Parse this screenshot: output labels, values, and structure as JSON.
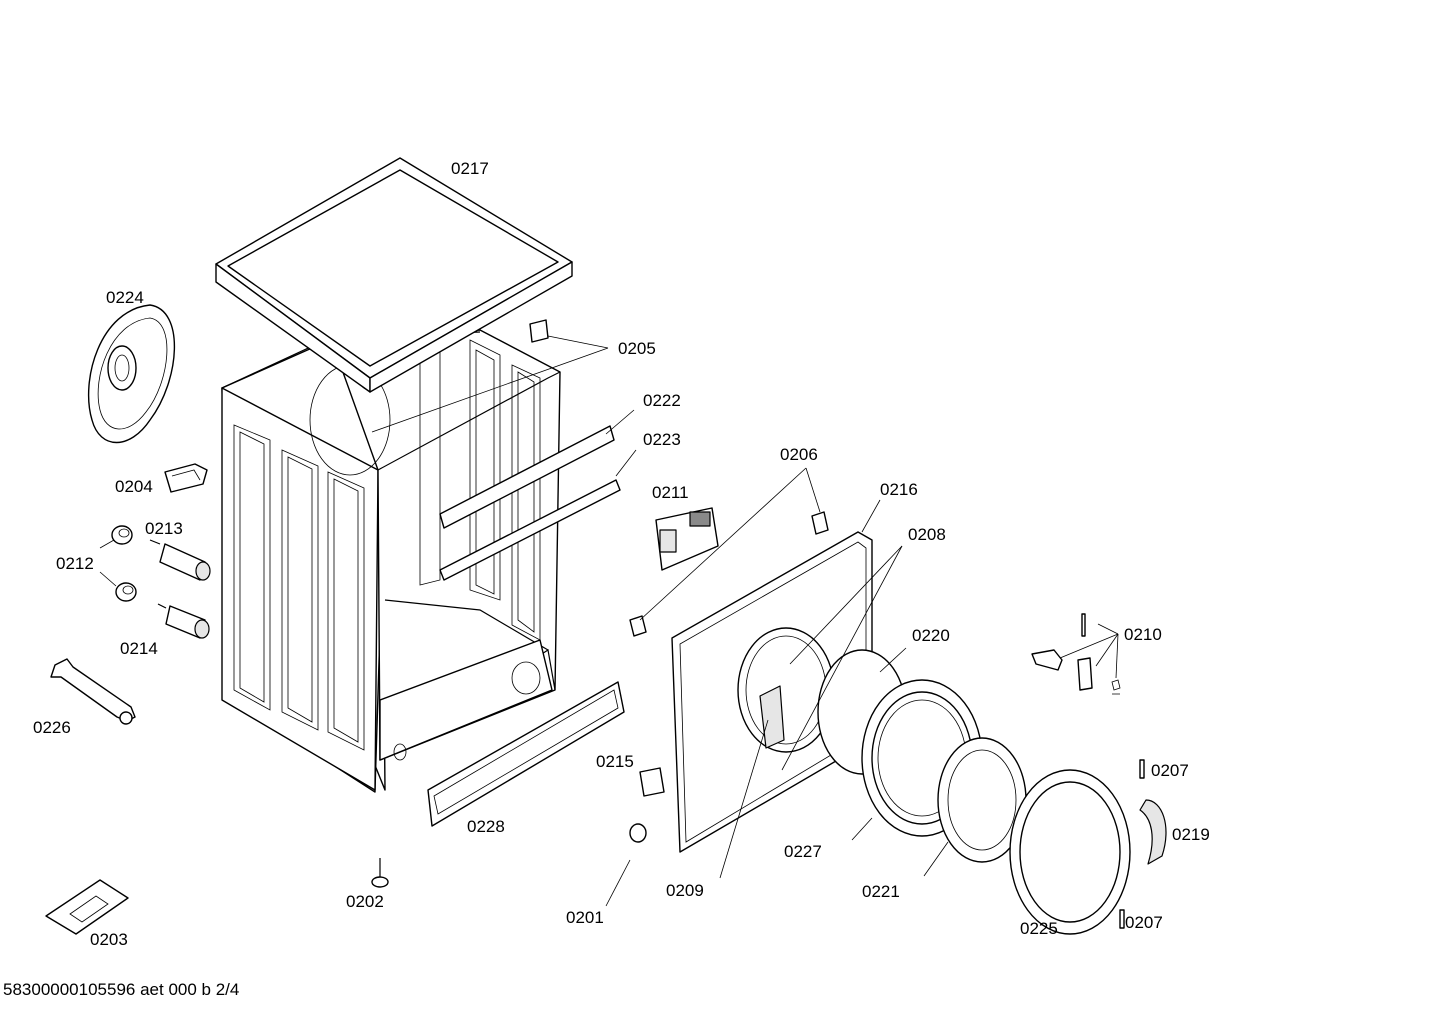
{
  "footer": {
    "document_code": "58300000105596 aet 000 b 2/4"
  },
  "parts": {
    "p0217": "0217",
    "p0224": "0224",
    "p0205": "0205",
    "p0222": "0222",
    "p0223": "0223",
    "p0206": "0206",
    "p0216": "0216",
    "p0211": "0211",
    "p0208": "0208",
    "p0204": "0204",
    "p0213": "0213",
    "p0212": "0212",
    "p0214": "0214",
    "p0220": "0220",
    "p0210": "0210",
    "p0226": "0226",
    "p0215": "0215",
    "p0207a": "0207",
    "p0228": "0228",
    "p0227": "0227",
    "p0219": "0219",
    "p0202": "0202",
    "p0209": "0209",
    "p0221": "0221",
    "p0201": "0201",
    "p0225": "0225",
    "p0207b": "0207",
    "p0203": "0203"
  }
}
